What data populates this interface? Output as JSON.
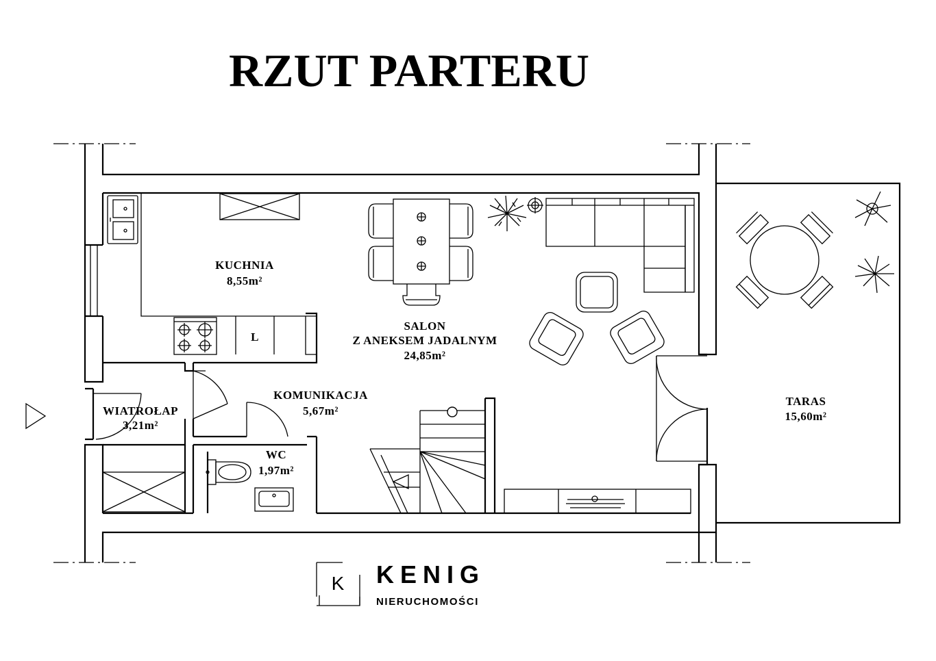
{
  "title": "RZUT PARTERU",
  "rooms": {
    "kuchnia": {
      "name": "KUCHNIA",
      "area": "8,55m²"
    },
    "salon": {
      "line1": "SALON",
      "line2": "Z ANEKSEM JADALNYM",
      "area": "24,85m²"
    },
    "komunikacja": {
      "name": "KOMUNIKACJA",
      "area": "5,67m²"
    },
    "wiatrolap": {
      "name": "WIATROŁAP",
      "area": "3,21m²"
    },
    "wc": {
      "name": "WC",
      "area": "1,97m²"
    },
    "taras": {
      "name": "TARAS",
      "area": "15,60m²"
    }
  },
  "fixtures": {
    "fridge_label": "L"
  },
  "logo": {
    "mark_letter": "K",
    "name": "KENIG",
    "subtitle": "NIERUCHOMOŚCI"
  },
  "icons": [
    "entrance-arrow-icon",
    "cooktop-icon",
    "sink-icon",
    "toilet-icon",
    "plant-icon",
    "lamp-icon",
    "stairs-icon",
    "logo-mark-icon"
  ]
}
